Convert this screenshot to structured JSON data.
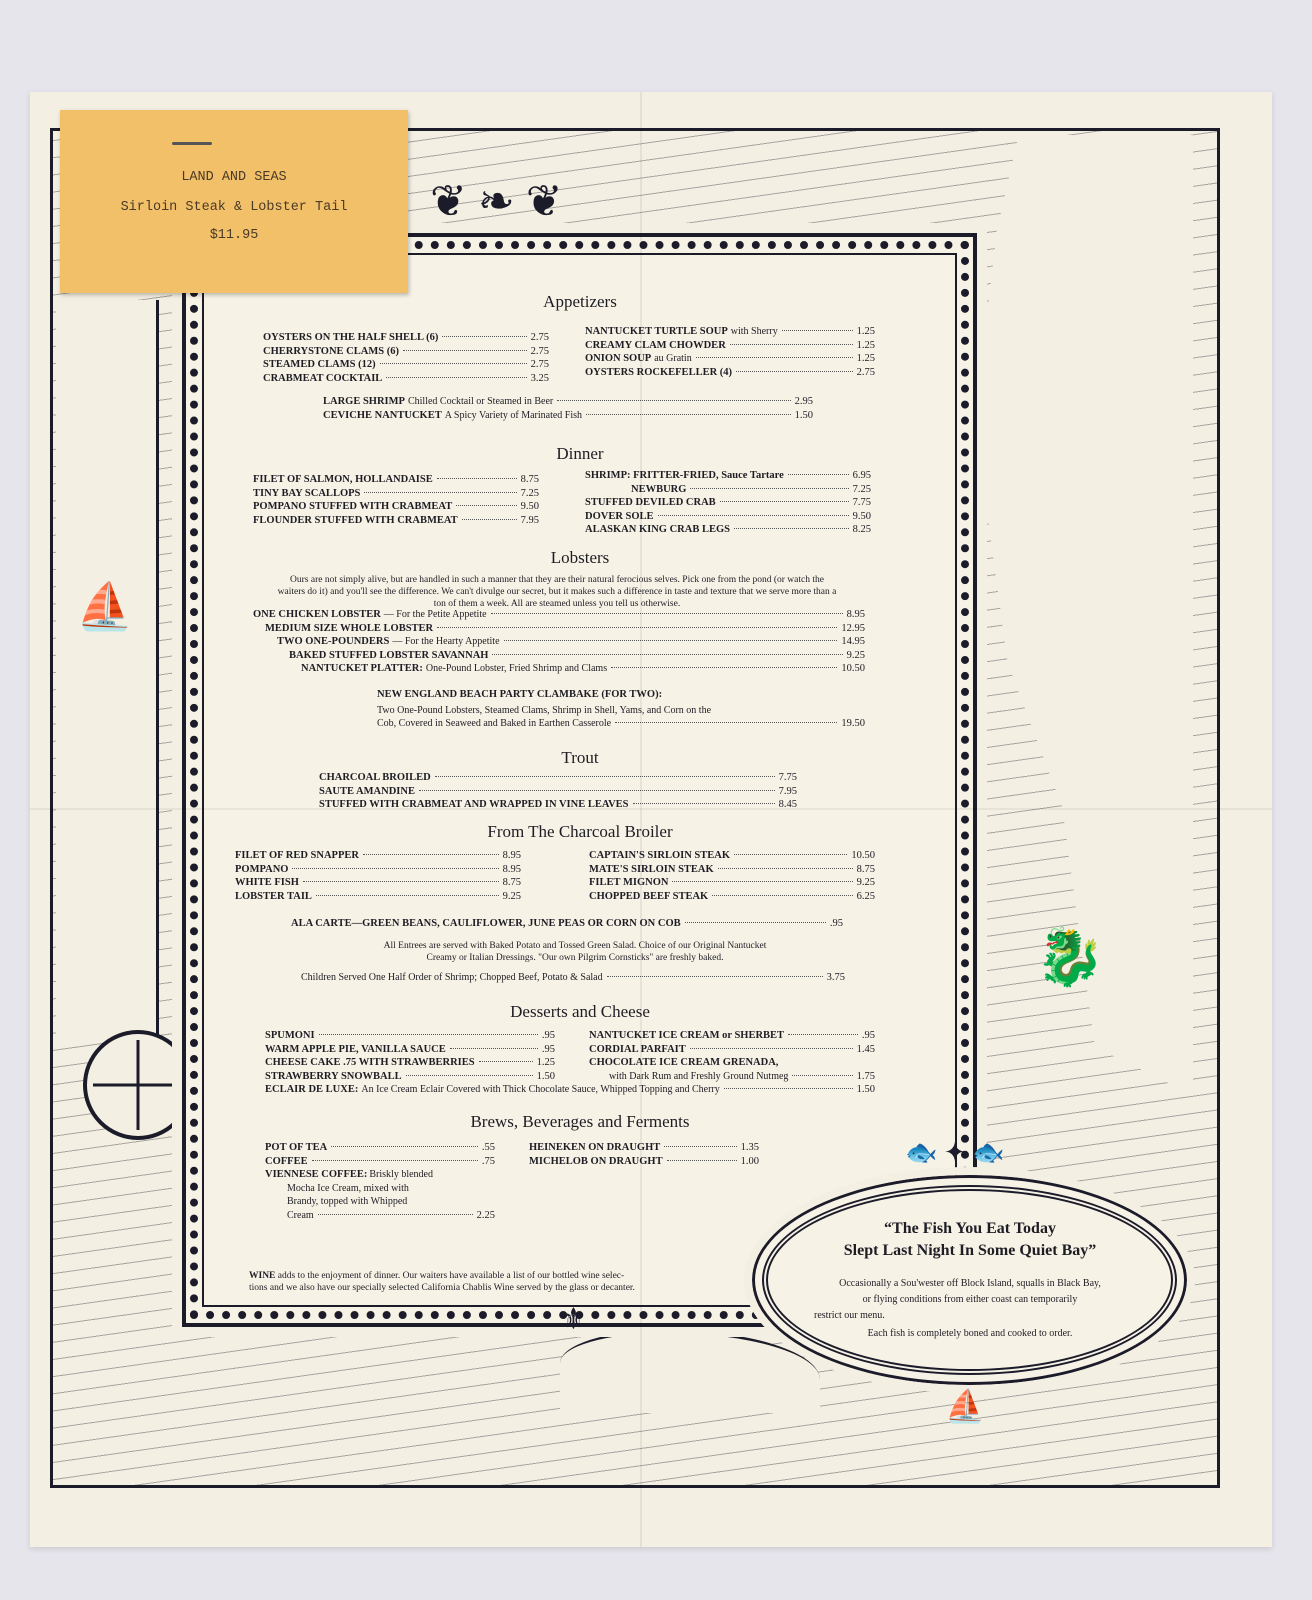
{
  "tag": {
    "title": "LAND AND SEAS",
    "item": "Sirloin Steak & Lobster Tail",
    "price": "$11.95"
  },
  "appetizers": {
    "title": "Appetizers",
    "left": [
      {
        "name": "OYSTERS ON THE HALF SHELL (6)",
        "desc": "",
        "price": "2.75"
      },
      {
        "name": "CHERRYSTONE CLAMS (6)",
        "desc": "",
        "price": "2.75"
      },
      {
        "name": "STEAMED CLAMS (12)",
        "desc": "",
        "price": "2.75"
      },
      {
        "name": "CRABMEAT COCKTAIL",
        "desc": "",
        "price": "3.25"
      }
    ],
    "right": [
      {
        "name": "NANTUCKET TURTLE SOUP",
        "desc": "with Sherry",
        "price": "1.25"
      },
      {
        "name": "CREAMY CLAM CHOWDER",
        "desc": "",
        "price": "1.25"
      },
      {
        "name": "ONION SOUP",
        "desc": "au Gratin",
        "price": "1.25"
      },
      {
        "name": "OYSTERS ROCKEFELLER (4)",
        "desc": "",
        "price": "2.75"
      }
    ],
    "center": [
      {
        "name": "LARGE SHRIMP",
        "desc": "Chilled Cocktail or Steamed in Beer",
        "price": "2.95"
      },
      {
        "name": "CEVICHE NANTUCKET",
        "desc": "A Spicy Variety of Marinated Fish",
        "price": "1.50"
      }
    ]
  },
  "dinner": {
    "title": "Dinner",
    "left": [
      {
        "name": "FILET OF SALMON, HOLLANDAISE",
        "price": "8.75"
      },
      {
        "name": "TINY BAY SCALLOPS",
        "price": "7.25"
      },
      {
        "name": "POMPANO STUFFED WITH CRABMEAT",
        "price": "9.50"
      },
      {
        "name": "FLOUNDER STUFFED WITH CRABMEAT",
        "price": "7.95"
      }
    ],
    "right": [
      {
        "name": "SHRIMP: FRITTER-FRIED, Sauce Tartare",
        "price": "6.95"
      },
      {
        "name": "NEWBURG",
        "price": "7.25"
      },
      {
        "name": "STUFFED DEVILED CRAB",
        "price": "7.75"
      },
      {
        "name": "DOVER SOLE",
        "price": "9.50"
      },
      {
        "name": "ALASKAN KING CRAB LEGS",
        "price": "8.25"
      }
    ]
  },
  "lobsters": {
    "title": "Lobsters",
    "intro": "Ours are not simply alive, but are handled in such a manner that they are their natural ferocious selves. Pick one from the pond (or watch the waiters do it) and you'll see the difference. We can't divulge our secret, but it makes such a difference in taste and texture that we serve more than a ton of them a week. All are steamed unless you tell us otherwise.",
    "items": [
      {
        "name": "ONE CHICKEN LOBSTER",
        "desc": "— For the Petite Appetite",
        "price": "8.95"
      },
      {
        "name": "MEDIUM SIZE WHOLE LOBSTER",
        "desc": "",
        "price": "12.95"
      },
      {
        "name": "TWO ONE-POUNDERS",
        "desc": "— For the Hearty Appetite",
        "price": "14.95"
      },
      {
        "name": "BAKED STUFFED LOBSTER SAVANNAH",
        "desc": "",
        "price": "9.25"
      },
      {
        "name": "NANTUCKET PLATTER:",
        "desc": "One-Pound Lobster, Fried Shrimp and Clams",
        "price": "10.50"
      }
    ],
    "clambake": {
      "name": "NEW ENGLAND BEACH PARTY CLAMBAKE (FOR TWO):",
      "line1": "Two One-Pound Lobsters, Steamed Clams, Shrimp in Shell, Yams, and Corn on the",
      "line2": "Cob, Covered in Seaweed and Baked in Earthen Casserole",
      "price": "19.50"
    }
  },
  "trout": {
    "title": "Trout",
    "items": [
      {
        "name": "CHARCOAL BROILED",
        "price": "7.75"
      },
      {
        "name": "SAUTE AMANDINE",
        "price": "7.95"
      },
      {
        "name": "STUFFED WITH CRABMEAT AND WRAPPED IN VINE LEAVES",
        "price": "8.45"
      }
    ]
  },
  "broiler": {
    "title": "From The Charcoal Broiler",
    "left": [
      {
        "name": "FILET OF RED SNAPPER",
        "price": "8.95"
      },
      {
        "name": "POMPANO",
        "price": "8.95"
      },
      {
        "name": "WHITE FISH",
        "price": "8.75"
      },
      {
        "name": "LOBSTER TAIL",
        "price": "9.25"
      }
    ],
    "right": [
      {
        "name": "CAPTAIN'S SIRLOIN STEAK",
        "price": "10.50"
      },
      {
        "name": "MATE'S SIRLOIN STEAK",
        "price": "8.75"
      },
      {
        "name": "FILET MIGNON",
        "price": "9.25"
      },
      {
        "name": "CHOPPED BEEF STEAK",
        "price": "6.25"
      }
    ],
    "ala_carte": {
      "name": "ALA CARTE—GREEN BEANS, CAULIFLOWER, JUNE PEAS OR CORN ON COB",
      "price": ".95"
    },
    "entrees_note_1": "All Entrees are served with Baked Potato and Tossed Green Salad. Choice of our Original Nantucket",
    "entrees_note_2": "Creamy or Italian Dressings. \"Our own Pilgrim Cornsticks\" are freshly baked.",
    "children": {
      "name": "Children Served One Half Order of Shrimp; Chopped Beef, Potato & Salad",
      "price": "3.75"
    }
  },
  "desserts": {
    "title": "Desserts and Cheese",
    "left": [
      {
        "name": "SPUMONI",
        "price": ".95"
      },
      {
        "name": "WARM APPLE PIE, VANILLA SAUCE",
        "price": ".95"
      },
      {
        "name": "CHEESE CAKE .75 WITH STRAWBERRIES",
        "price": "1.25"
      },
      {
        "name": "STRAWBERRY SNOWBALL",
        "price": "1.50"
      }
    ],
    "right": [
      {
        "name": "NANTUCKET ICE CREAM or SHERBET",
        "price": ".95"
      },
      {
        "name": "CORDIAL PARFAIT",
        "price": "1.45"
      },
      {
        "name": "CHOCOLATE ICE CREAM GRENADA,",
        "price": ""
      },
      {
        "name": "with Dark Rum and Freshly Ground Nutmeg",
        "price": "1.75"
      }
    ],
    "eclair": {
      "name": "ECLAIR DE LUXE:",
      "desc": "An Ice Cream Eclair Covered with Thick Chocolate Sauce, Whipped Topping and Cherry",
      "price": "1.50"
    }
  },
  "beverages": {
    "title": "Brews, Beverages and Ferments",
    "left": [
      {
        "name": "POT OF TEA",
        "price": ".55"
      },
      {
        "name": "COFFEE",
        "price": ".75"
      }
    ],
    "viennese": {
      "name": "VIENNESE COFFEE:",
      "desc1": "Briskly blended",
      "desc2": "Mocha Ice Cream, mixed with",
      "desc3": "Brandy, topped with Whipped",
      "desc4": "Cream",
      "price": "2.25"
    },
    "right": [
      {
        "name": "HEINEKEN ON DRAUGHT",
        "price": "1.35"
      },
      {
        "name": "MICHELOB ON DRAUGHT",
        "price": "1.00"
      }
    ]
  },
  "wine": {
    "lead": "WINE",
    "line1": "adds to the enjoyment of dinner. Our waiters have available a list of our bottled wine selec-",
    "line2": "tions and we also have our specially selected California Chablis Wine served by the glass or decanter."
  },
  "cartouche": {
    "motto_1": "“The Fish You Eat Today",
    "motto_2": "Slept Last Night In Some Quiet Bay”",
    "note_1": "Occasionally a Sou'wester off Block Island, squalls in Black Bay,",
    "note_2": "or flying conditions from either coast can temporarily",
    "note_3": "restrict our menu.",
    "note_4": "Each fish is completely boned and cooked to order."
  },
  "decor": {
    "compass_icon": "compass-rose",
    "ship_icon": "sailing-ship",
    "sea_monster_icon": "sea-serpent",
    "paper_color": "#f3efe2",
    "ink_color": "#1c1b2a",
    "tag_color": "#f3c06a"
  }
}
